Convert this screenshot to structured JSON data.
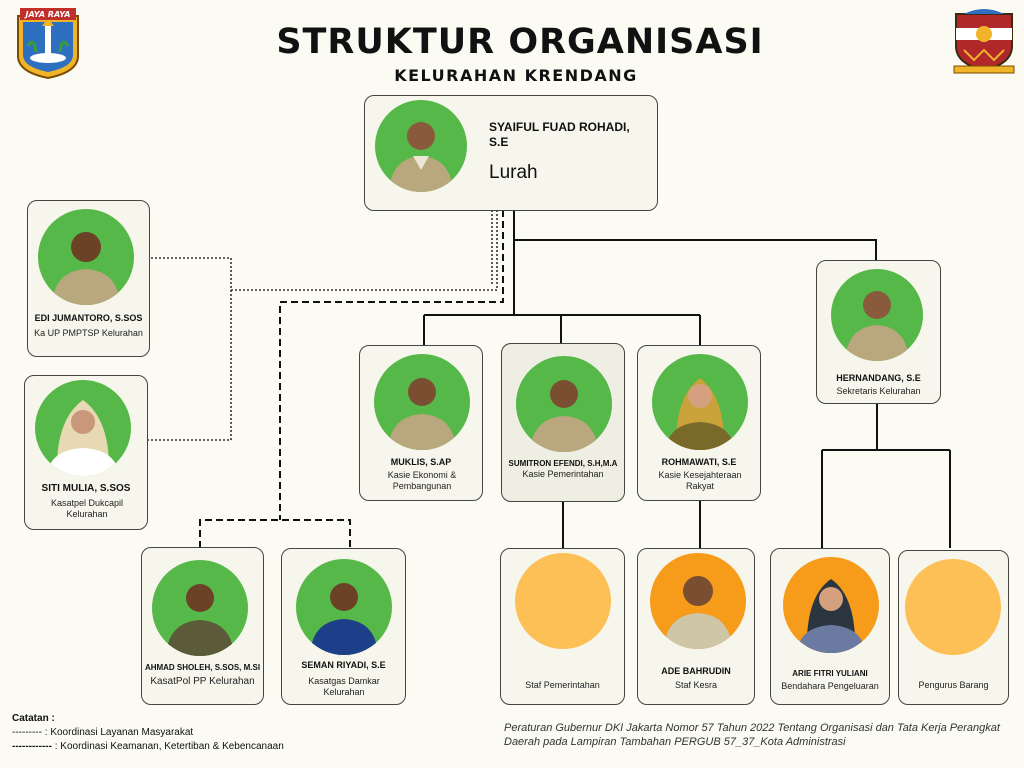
{
  "header": {
    "title": "STRUKTUR ORGANISASI",
    "subtitle": "KELURAHAN KRENDANG",
    "left_logo_text": "JAYA RAYA"
  },
  "lurah": {
    "name": "SYAIFUL FUAD ROHADI, S.E",
    "role": "Lurah"
  },
  "coordination": [
    {
      "name": "EDI JUMANTORO, S.SOS",
      "role": "Ka UP PMPTSP Kelurahan"
    },
    {
      "name": "SITI MULIA, S.SOS",
      "role": "Kasatpel Dukcapil Kelurahan"
    }
  ],
  "security": [
    {
      "name": "AHMAD SHOLEH, S.SOS, M.SI",
      "role": "KasatPol PP Kelurahan"
    },
    {
      "name": "SEMAN RIYADI, S.E",
      "role": "Kasatgas Damkar Kelurahan"
    }
  ],
  "sections": [
    {
      "name": "MUKLIS, S.AP",
      "role": "Kasie Ekonomi & Pembangunan"
    },
    {
      "name": "SUMITRON EFENDI, S.H,M.A",
      "role": "Kasie Pemerintahan"
    },
    {
      "name": "ROHMAWATI, S.E",
      "role": "Kasie Kesejahteraan Rakyat"
    }
  ],
  "secretary": {
    "name": "HERNANDANG, S.E",
    "role": "Sekretaris Kelurahan"
  },
  "staff": [
    {
      "name": "",
      "role": "Staf Pemerintahan"
    },
    {
      "name": "ADE BAHRUDIN",
      "role": "Staf Kesra"
    },
    {
      "name": "ARIE FITRI YULIANI",
      "role": "Bendahara Pengeluaran"
    },
    {
      "name": "",
      "role": "Pengurus Barang"
    }
  ],
  "notes": {
    "heading": "Catatan :",
    "items": [
      {
        "symbol": "---------",
        "text": ": Koordinasi Layanan Masyarakat"
      },
      {
        "symbol": "------------",
        "text": ": Koordinasi Keamanan, Ketertiban & Kebencanaan"
      }
    ]
  },
  "regulation": "Peraturan Gubernur DKI Jakarta Nomor 57 Tahun 2022 Tentang Organisasi dan Tata Kerja Perangkat Daerah pada Lampiran Tambahan PERGUB 57_37_Kota Administrasi",
  "colors": {
    "photo_bg": "#55b848",
    "placeholder": "#fdc057",
    "photo_bg_orange": "#f69b1a",
    "card_bg": "#f7f6ec",
    "page_bg": "#fbfbf3"
  }
}
